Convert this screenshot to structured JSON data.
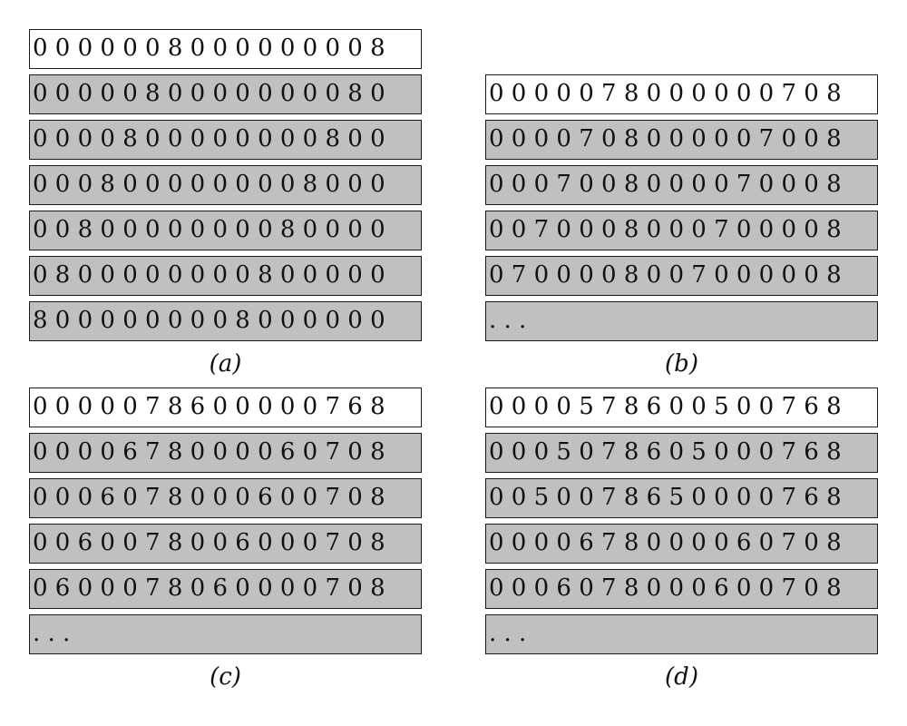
{
  "colors": {
    "header_fill": "#ffffff",
    "row_fill": "#c0c0c0",
    "border": "#1a1a1a"
  },
  "panels": [
    {
      "caption": "(a)",
      "rows": [
        "0 0 0 0 0 0 8 0 0 0 0 0 0 0 0 8",
        "0 0 0 0 0 8 0 0 0 0 0 0 0 0 8 0",
        "0 0 0 0 8 0 0 0 0 0 0 0 0 8 0 0",
        "0 0 0 8 0 0 0 0 0 0 0 0 8 0 0 0",
        "0 0 8 0 0 0 0 0 0 0 0 8 0 0 0 0",
        "0 8 0 0 0 0 0 0 0 0 8 0 0 0 0 0",
        "8 0 0 0 0 0 0 0 0 8 0 0 0 0 0 0"
      ]
    },
    {
      "caption": "(b)",
      "rows": [
        "0 0 0 0 0 7 8 0 0 0 0 0 0 7 0 8",
        "0 0 0 0 7 0 8 0 0 0 0 0 7 0 0 8",
        "0 0 0 7 0 0 8 0 0 0 0 7 0 0 0 8",
        "0 0 7 0 0 0 8 0 0 0 7 0 0 0 0 8",
        "0 7 0 0 0 0 8 0 0 7 0 0 0 0 0 8",
        ". . ."
      ]
    },
    {
      "caption": "(c)",
      "rows": [
        "0 0 0 0 0 7 8 6 0 0 0 0 0 7 6 8",
        "0 0 0 0 6 7 8 0 0 0 0 6 0 7 0 8",
        "0 0 0 6 0 7 8 0 0 0 6 0 0 7 0 8",
        "0 0 6 0 0 7 8 0 0 6 0 0 0 7 0 8",
        "0 6 0 0 0 7 8 0 6 0 0 0 0 7 0 8",
        ". . ."
      ]
    },
    {
      "caption": "(d)",
      "rows": [
        "0 0 0 0 5 7 8 6 0 0 5 0 0 7 6 8",
        "0 0 0 5 0 7 8 6 0 5 0 0 0 7 6 8",
        "0 0 5 0 0 7 8 6 5 0 0 0 0 7 6 8",
        "0 0 0 0 6 7 8 0 0 0 0 6 0 7 0 8",
        "0 0 0 6 0 7 8 0 0 0 6 0 0 7 0 8",
        ". . ."
      ]
    }
  ]
}
